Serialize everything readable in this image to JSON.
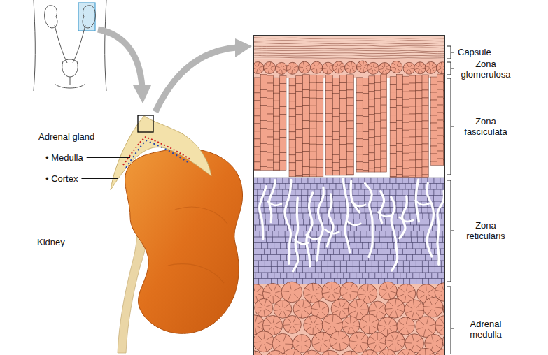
{
  "diagram": {
    "labels": [
      "Adrenal gland",
      "• Medulla",
      "• Cortex",
      "Kidney",
      "Capsule",
      "Zona glomerulosa",
      "Zona fasciculata",
      "Zona reticularis",
      "Adrenal medulla"
    ]
  }
}
